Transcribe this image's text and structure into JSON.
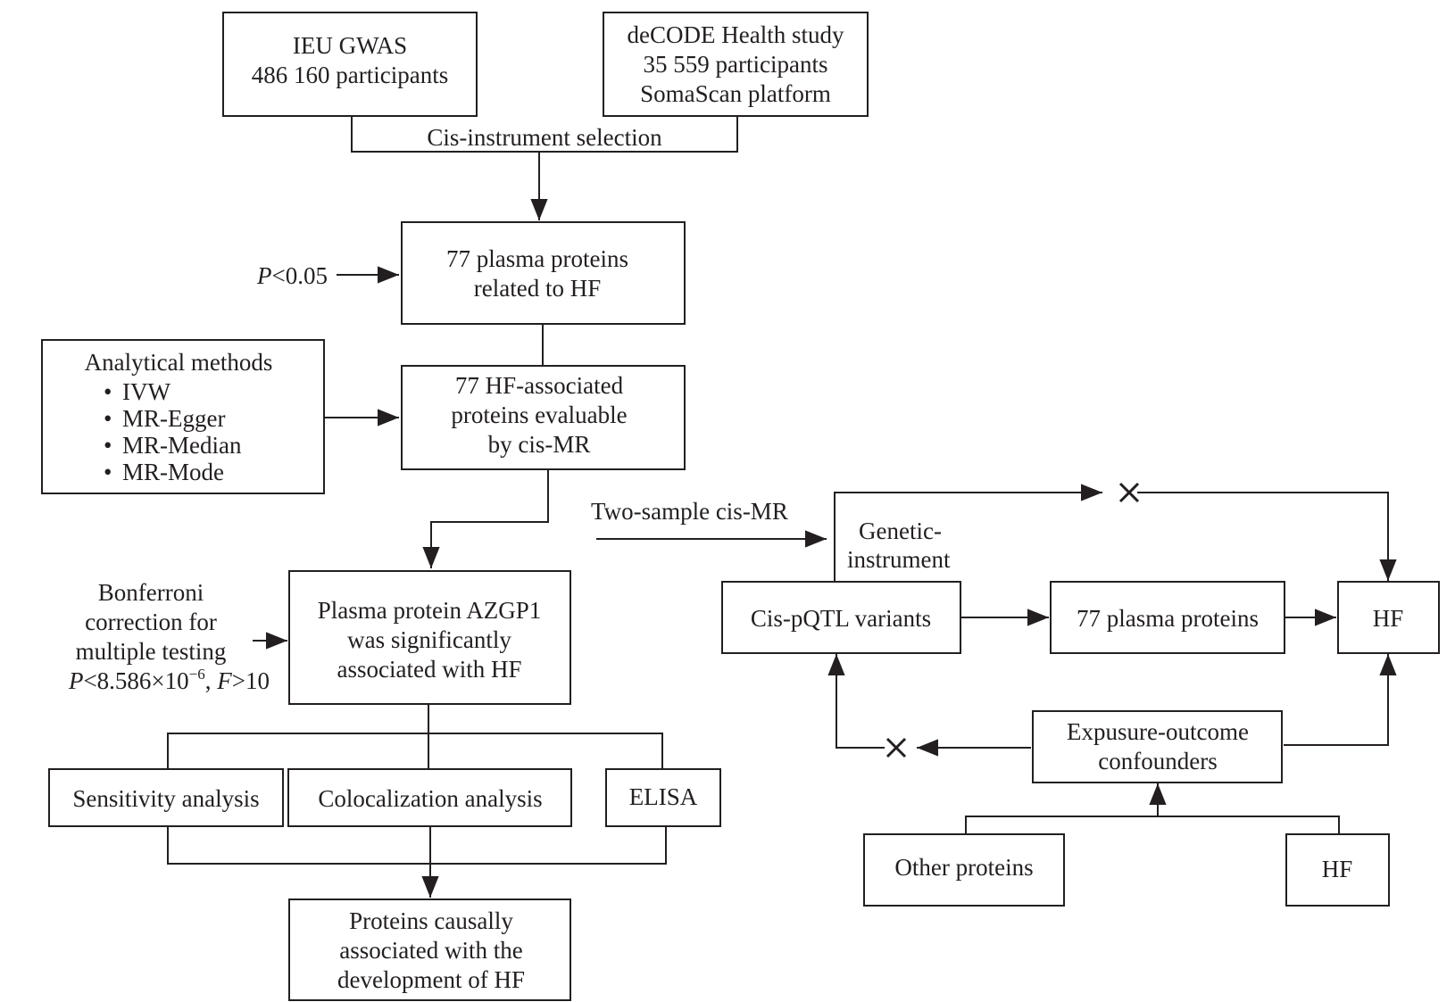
{
  "boxes": {
    "ieu_gwas": [
      "IEU GWAS",
      "486 160 participants"
    ],
    "decode": [
      "deCODE Health study",
      "35 559 participants",
      "SomaScan platform"
    ],
    "plasma77": [
      "77 plasma proteins",
      "related to HF"
    ],
    "hf_associated": [
      "77 HF-associated",
      "proteins evaluable",
      "by cis-MR"
    ],
    "analytical": {
      "title": "Analytical methods",
      "bullet": "•",
      "items": [
        "IVW",
        "MR-Egger",
        "MR-Median",
        "MR-Mode"
      ]
    },
    "azgp1": [
      "Plasma protein AZGP1",
      "was significantly",
      "associated with HF"
    ],
    "sensitivity": "Sensitivity analysis",
    "colocalization": "Colocalization analysis",
    "elisa": "ELISA",
    "causal": [
      "Proteins causally",
      "associated with the",
      "development of HF"
    ],
    "cis_pqtl": "Cis-pQTL variants",
    "plasma_proteins": "77 plasma proteins",
    "hf_outcome": "HF",
    "confounders": [
      "Expusure-outcome",
      "confounders"
    ],
    "other_proteins": "Other proteins",
    "hf_confounder": "HF"
  },
  "labels": {
    "cis_instrument": "Cis-instrument selection",
    "p_threshold": {
      "p": "P",
      "rest": "<0.05"
    },
    "bonferroni": {
      "lines": [
        "Bonferroni",
        "correction for",
        "multiple testing"
      ],
      "p": "P",
      "p_value": "<8.586×10",
      "exponent": "−6",
      "sep": ", ",
      "f": "F",
      "f_value": ">10"
    },
    "two_sample": "Two-sample cis-MR",
    "genetic_instrument": [
      "Genetic-",
      "instrument"
    ],
    "blocked_symbol": "×"
  },
  "style": {
    "ink": "#231f20",
    "background": "#ffffff"
  }
}
